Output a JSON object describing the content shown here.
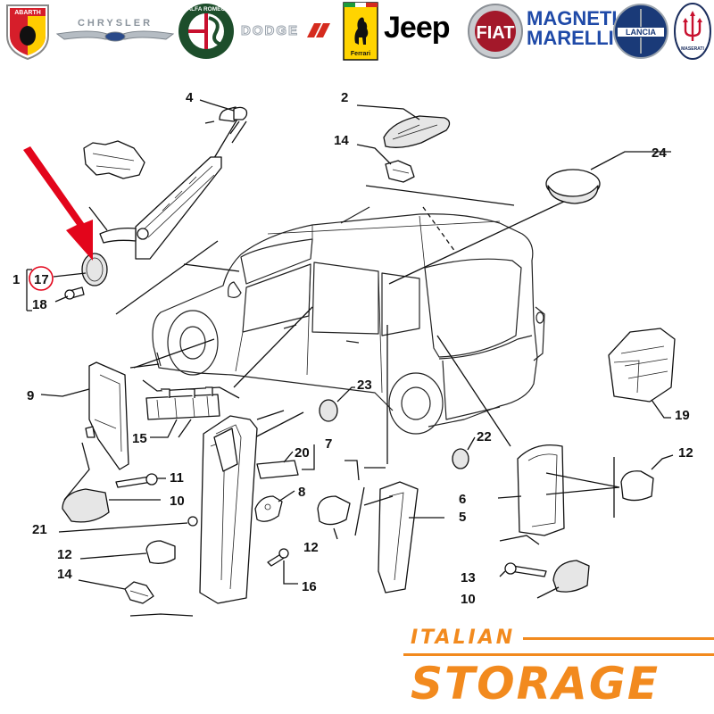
{
  "brands": [
    {
      "label": "ABARTH",
      "icon": "abarth-scorpion-icon",
      "color": "#c8102e"
    },
    {
      "label": "CHRYSLER",
      "icon": "chrysler-wings-icon",
      "color": "#9aa3ad"
    },
    {
      "label": "ALFA ROMEO",
      "icon": "alfa-romeo-badge-icon",
      "color": "#1d4e2b"
    },
    {
      "label": "DODGE",
      "icon": "dodge-stripes-icon",
      "color": "#d52b1e"
    },
    {
      "label": "Ferrari",
      "icon": "ferrari-horse-icon",
      "color": "#ffd400"
    },
    {
      "label": "Jeep",
      "icon": "jeep-wordmark-icon",
      "color": "#000000"
    },
    {
      "label": "FIAT",
      "icon": "fiat-badge-icon",
      "color": "#a3182a"
    },
    {
      "label": "MAGNETI MARELLI",
      "icon": "magneti-marelli-wordmark-icon",
      "color": "#1f4aa8"
    },
    {
      "label": "LANCIA",
      "icon": "lancia-shield-icon",
      "color": "#1a3a78"
    },
    {
      "label": "MASERATI",
      "icon": "maserati-trident-icon",
      "color": "#1b2e5e"
    }
  ],
  "diagram": {
    "callouts": [
      "1",
      "2",
      "4",
      "14",
      "24",
      "17",
      "18",
      "9",
      "23",
      "15",
      "20",
      "7",
      "22",
      "11",
      "10",
      "8",
      "6",
      "12",
      "21",
      "5",
      "12",
      "12",
      "16",
      "13",
      "14",
      "10",
      "19"
    ],
    "pointer_arrow_color": "#e3051b",
    "highlight_circle_color": "#e3051b"
  },
  "store": {
    "line1": "ITALIAN",
    "line2": "STORAGE",
    "color": "#f28a1e"
  }
}
